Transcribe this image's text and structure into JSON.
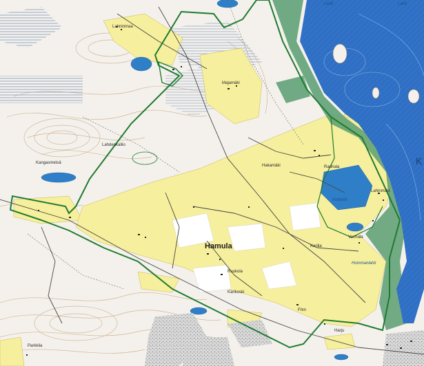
{
  "map": {
    "colors": {
      "sea": "#2f6fc4",
      "lake": "#2f7fc8",
      "farmland": "#f6ef9d",
      "forest_bg": "#f4f1ec",
      "contour": "#c9ac8a",
      "boundary": "#1f7a2f",
      "shore_green": "#5a9e72",
      "rock": "#b5b5b5",
      "road": "#444444",
      "marsh": "#6e8ab0"
    },
    "labels": {
      "village": "Hamula",
      "sea_letter": "K",
      "lahti_a": "Lahti",
      "lahti_b": "Lahti",
      "lahninmaa": "Lahninmaa",
      "majamaki": "Majamäki",
      "hakamaki": "Hakamäki",
      "rauhala": "Rauhala",
      "lahinmaki": "Lahinmäki",
      "karila": "Kariila",
      "vanhala": "Vanhala",
      "kotilahti": "Kotilahti",
      "ruukola": "Ruukola",
      "karikoski": "Karikoski",
      "fhm": "Fhm",
      "lahdenkallio": "Lahdenkallio",
      "kangasmetsa": "Kangasmetsä",
      "parkkila": "Parkkila",
      "harju": "Harju",
      "hommanlahti": "Hommanlahti"
    }
  }
}
